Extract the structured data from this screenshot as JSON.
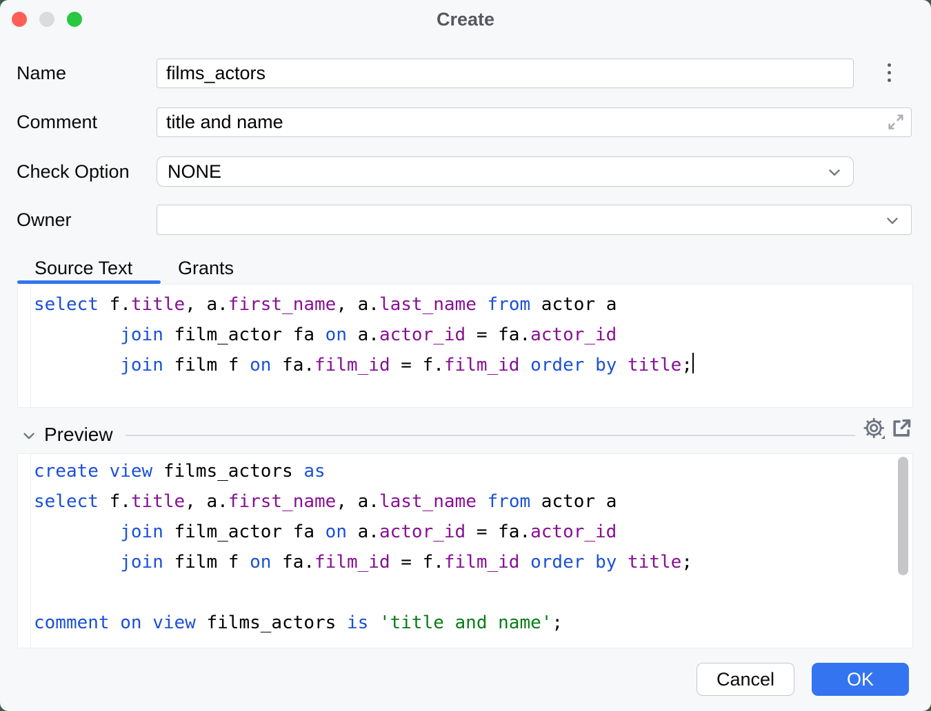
{
  "window": {
    "title": "Create"
  },
  "titlebar": {
    "buttons": [
      "close",
      "minimize",
      "zoom"
    ]
  },
  "form": {
    "name": {
      "label": "Name",
      "value": "films_actors"
    },
    "comment": {
      "label": "Comment",
      "value": "title and name"
    },
    "check_option": {
      "label": "Check Option",
      "value": "NONE"
    },
    "owner": {
      "label": "Owner",
      "value": ""
    }
  },
  "tabs": [
    {
      "label": "Source Text",
      "active": true
    },
    {
      "label": "Grants",
      "active": false
    }
  ],
  "source_editor": {
    "lines": [
      [
        [
          "k",
          "select"
        ],
        [
          "p",
          " f."
        ],
        [
          "f",
          "title"
        ],
        [
          "p",
          ", a."
        ],
        [
          "f",
          "first_name"
        ],
        [
          "p",
          ", a."
        ],
        [
          "f",
          "last_name"
        ],
        [
          "p",
          " "
        ],
        [
          "k",
          "from"
        ],
        [
          "p",
          " actor a"
        ]
      ],
      [
        [
          "p",
          "        "
        ],
        [
          "k",
          "join"
        ],
        [
          "p",
          " film_actor fa "
        ],
        [
          "k",
          "on"
        ],
        [
          "p",
          " a."
        ],
        [
          "f",
          "actor_id"
        ],
        [
          "p",
          " = fa."
        ],
        [
          "f",
          "actor_id"
        ]
      ],
      [
        [
          "p",
          "        "
        ],
        [
          "k",
          "join"
        ],
        [
          "p",
          " film f "
        ],
        [
          "k",
          "on"
        ],
        [
          "p",
          " fa."
        ],
        [
          "f",
          "film_id"
        ],
        [
          "p",
          " = f."
        ],
        [
          "f",
          "film_id"
        ],
        [
          "p",
          " "
        ],
        [
          "k",
          "order"
        ],
        [
          "p",
          " "
        ],
        [
          "k",
          "by"
        ],
        [
          "p",
          " "
        ],
        [
          "f",
          "title"
        ],
        [
          "p",
          ";"
        ],
        [
          "c",
          ""
        ]
      ]
    ]
  },
  "preview": {
    "header": "Preview",
    "lines": [
      [
        [
          "k",
          "create"
        ],
        [
          "p",
          " "
        ],
        [
          "k",
          "view"
        ],
        [
          "p",
          " films_actors "
        ],
        [
          "k",
          "as"
        ]
      ],
      [
        [
          "k",
          "select"
        ],
        [
          "p",
          " f."
        ],
        [
          "f",
          "title"
        ],
        [
          "p",
          ", a."
        ],
        [
          "f",
          "first_name"
        ],
        [
          "p",
          ", a."
        ],
        [
          "f",
          "last_name"
        ],
        [
          "p",
          " "
        ],
        [
          "k",
          "from"
        ],
        [
          "p",
          " actor a"
        ]
      ],
      [
        [
          "p",
          "        "
        ],
        [
          "k",
          "join"
        ],
        [
          "p",
          " film_actor fa "
        ],
        [
          "k",
          "on"
        ],
        [
          "p",
          " a."
        ],
        [
          "f",
          "actor_id"
        ],
        [
          "p",
          " = fa."
        ],
        [
          "f",
          "actor_id"
        ]
      ],
      [
        [
          "p",
          "        "
        ],
        [
          "k",
          "join"
        ],
        [
          "p",
          " film f "
        ],
        [
          "k",
          "on"
        ],
        [
          "p",
          " fa."
        ],
        [
          "f",
          "film_id"
        ],
        [
          "p",
          " = f."
        ],
        [
          "f",
          "film_id"
        ],
        [
          "p",
          " "
        ],
        [
          "k",
          "order"
        ],
        [
          "p",
          " "
        ],
        [
          "k",
          "by"
        ],
        [
          "p",
          " "
        ],
        [
          "f",
          "title"
        ],
        [
          "p",
          ";"
        ]
      ],
      [],
      [
        [
          "k",
          "comment"
        ],
        [
          "p",
          " "
        ],
        [
          "k",
          "on"
        ],
        [
          "p",
          " "
        ],
        [
          "k",
          "view"
        ],
        [
          "p",
          " films_actors "
        ],
        [
          "k",
          "is"
        ],
        [
          "p",
          " "
        ],
        [
          "s",
          "'title and name'"
        ],
        [
          "p",
          ";"
        ]
      ]
    ]
  },
  "actions": {
    "cancel": "Cancel",
    "ok": "OK"
  },
  "icons": {
    "kebab": "vertical-ellipsis",
    "expand": "diagonal-expand-arrows",
    "chevron_down": "chevron-down",
    "gear": "settings-gear",
    "open_in_new": "open-in-new-window"
  },
  "colors": {
    "accent": "#3574F0",
    "window_bg": "#F7F8FA",
    "keyword": "#1A50D8",
    "identifier": "#871094",
    "string": "#067D17",
    "traffic_red": "#FF5F57",
    "traffic_gray": "#DBDBDB",
    "traffic_green": "#28C840"
  }
}
